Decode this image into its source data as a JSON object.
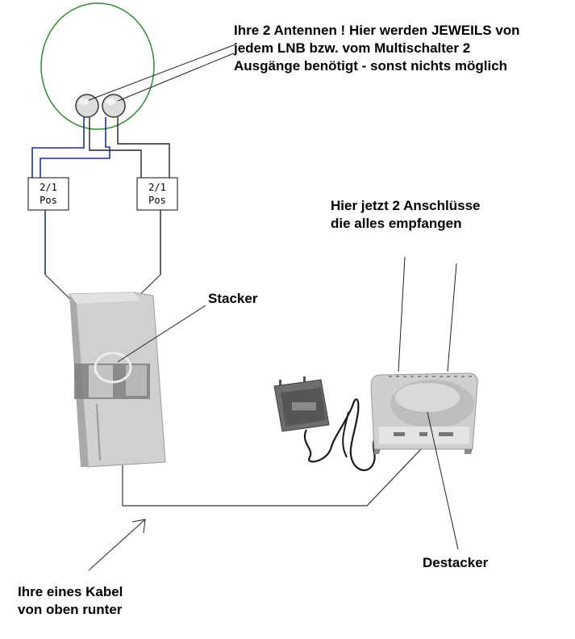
{
  "labels": {
    "antennas": [
      "Ihre 2 Antennen ! Hier werden JEWEILS von",
      "jedem LNB bzw. vom Multischalter 2",
      "Ausgänge benötigt - sonst nichts möglich"
    ],
    "outputs": [
      "Hier jetzt 2 Anschlüsse",
      "die alles empfangen"
    ],
    "stacker": "Stacker",
    "destacker": "Destacker",
    "cable": [
      "Ihre eines Kabel",
      "von oben runter"
    ]
  },
  "switches": [
    {
      "line1": "2/1",
      "line2": "Pos"
    },
    {
      "line1": "2/1",
      "line2": "Pos"
    }
  ],
  "colors": {
    "dish": "#2e8b2e",
    "cable_blue": "#1f2aa8",
    "cable_dark": "#222222",
    "device_grey": "#c8c8c8"
  }
}
